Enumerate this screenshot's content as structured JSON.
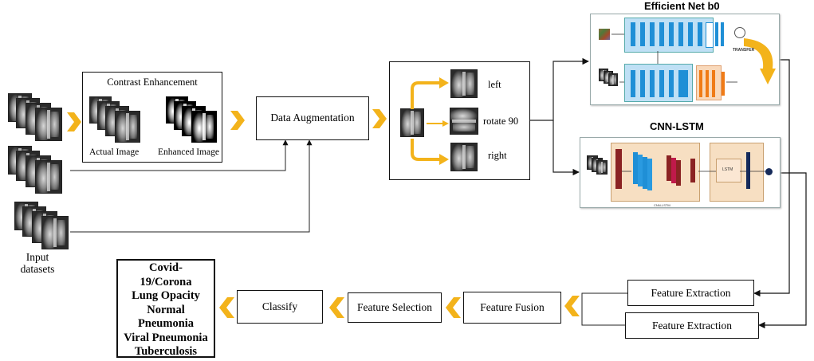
{
  "input": {
    "label_line1": "Input",
    "label_line2": "datasets"
  },
  "contrast": {
    "title": "Contrast Enhancement",
    "actual": "Actual Image",
    "enhanced": "Enhanced Image"
  },
  "augmentation": {
    "title": "Data Augmentation"
  },
  "aug_outputs": {
    "left": "left",
    "rotate": "rotate 90",
    "right": "right"
  },
  "efficientnet": {
    "title": "Efficient Net b0",
    "transfer": "TRANSFER"
  },
  "cnnlstm": {
    "title": "CNN-LSTM",
    "lstm": "LSTM",
    "caption": "CNN-LSTM"
  },
  "pipeline": {
    "feature_extraction_1": "Feature Extraction",
    "feature_extraction_2": "Feature Extraction",
    "feature_fusion": "Feature Fusion",
    "feature_selection": "Feature Selection",
    "classify": "Classify"
  },
  "classes": {
    "line1": "Covid-",
    "line2": "19/Corona",
    "line3": "Lung Opacity",
    "line4": "Normal",
    "line5": "Pneumonia",
    "line6": "Viral Pneumonia",
    "line7": "Tuberculosis"
  },
  "colors": {
    "chevron": "#f3b31b",
    "blue": "#1f8fd6",
    "orange": "#f07b16",
    "maroon": "#8b2323",
    "navy": "#152a5a"
  }
}
